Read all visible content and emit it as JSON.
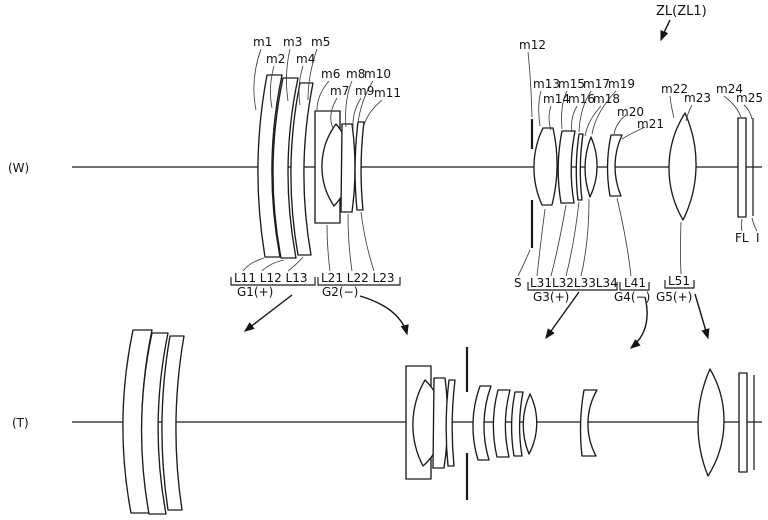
{
  "figure": {
    "type": "patent zoom-lens cross-section diagram",
    "system_label": "ZL(ZL1)",
    "views": {
      "wide": "(W)",
      "tele": "(T)"
    },
    "stop_label": "S",
    "filter_label": "FL",
    "image_plane_label": "I",
    "m_labels": [
      "m1",
      "m2",
      "m3",
      "m4",
      "m5",
      "m6",
      "m7",
      "m8",
      "m9",
      "m10",
      "m11",
      "m12",
      "m13",
      "m14",
      "m15",
      "m16",
      "m17",
      "m18",
      "m19",
      "m20",
      "m21",
      "m22",
      "m23",
      "m24",
      "m25"
    ],
    "groups": [
      {
        "elements": "L11 L12 L13",
        "group": "G1(+)"
      },
      {
        "elements": "L21 L22 L23",
        "group": "G2(−)"
      },
      {
        "elements": "L31L32L33L34",
        "group": "G3(+)"
      },
      {
        "elements": "L41",
        "group": "G4(−)"
      },
      {
        "elements": "L51",
        "group": "G5(+)"
      }
    ],
    "line_color": "#1c1c1c",
    "background": "#ffffff"
  }
}
